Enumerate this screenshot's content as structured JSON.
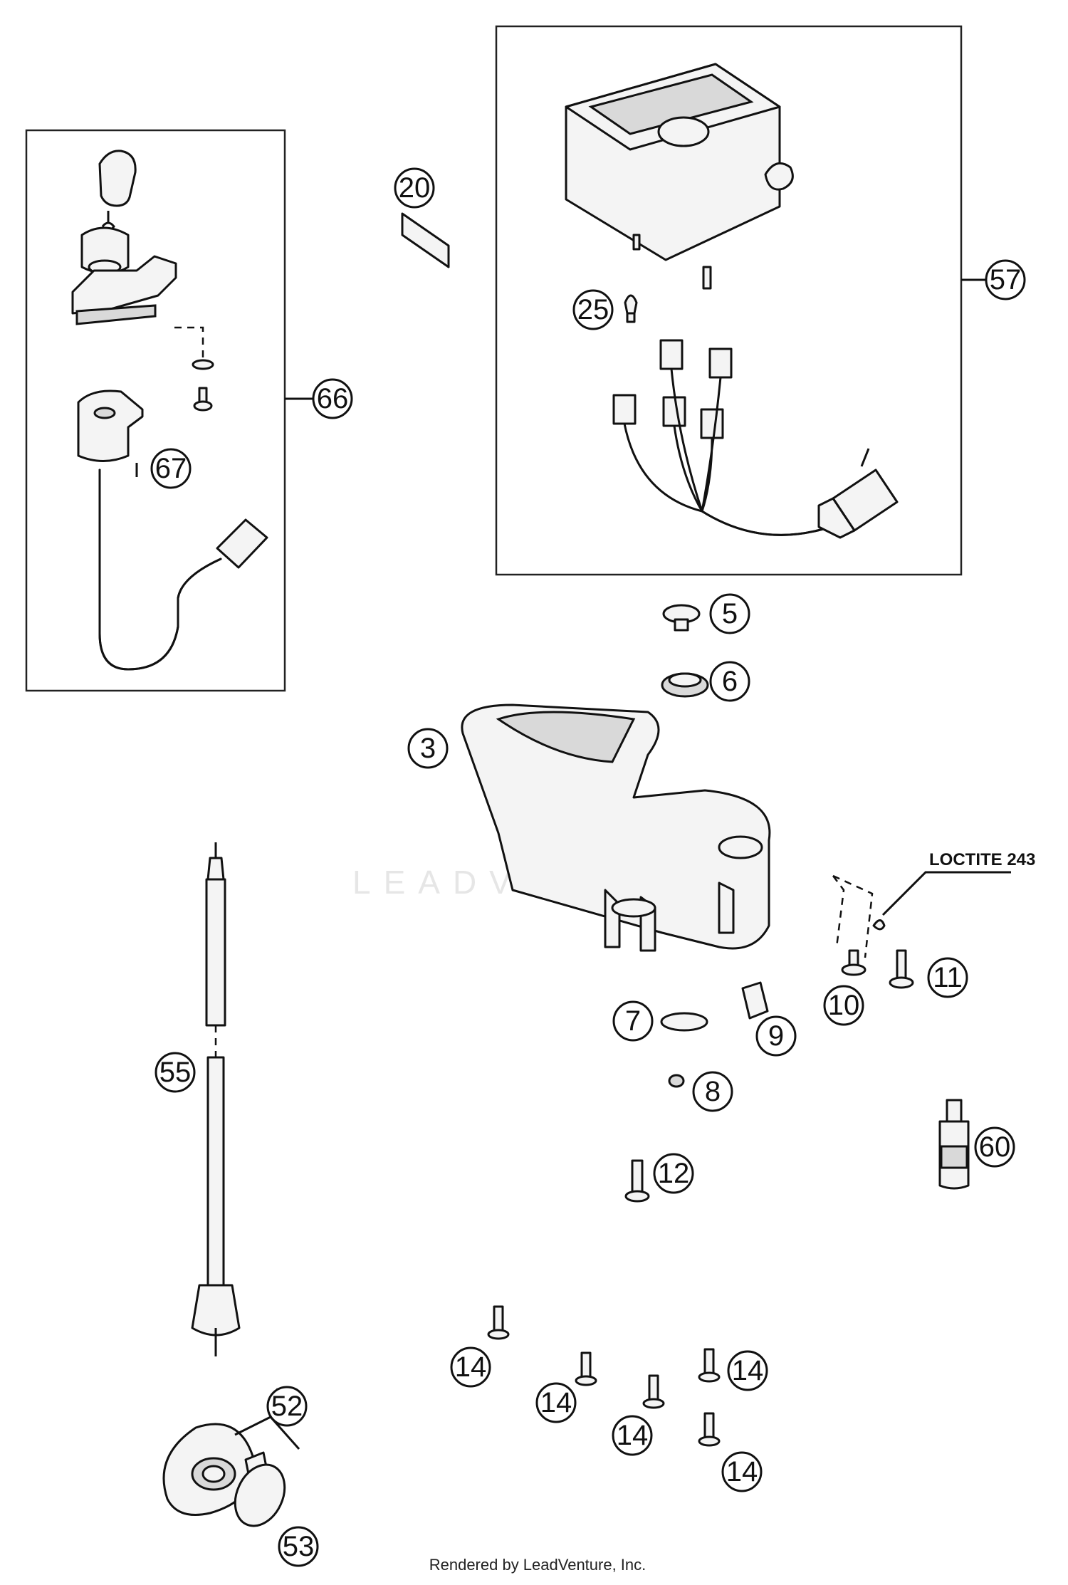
{
  "watermark": "LEADVENTURE",
  "note": "LOCTITE 243",
  "credit": "Rendered by LeadVenture, Inc.",
  "callouts": {
    "c3": "3",
    "c5": "5",
    "c6": "6",
    "c7": "7",
    "c8": "8",
    "c9": "9",
    "c10": "10",
    "c11": "11",
    "c12": "12",
    "c14a": "14",
    "c14b": "14",
    "c14c": "14",
    "c14d": "14",
    "c14e": "14",
    "c20": "20",
    "c25": "25",
    "c52": "52",
    "c53": "53",
    "c55": "55",
    "c57": "57",
    "c60": "60",
    "c66": "66",
    "c67": "67"
  }
}
